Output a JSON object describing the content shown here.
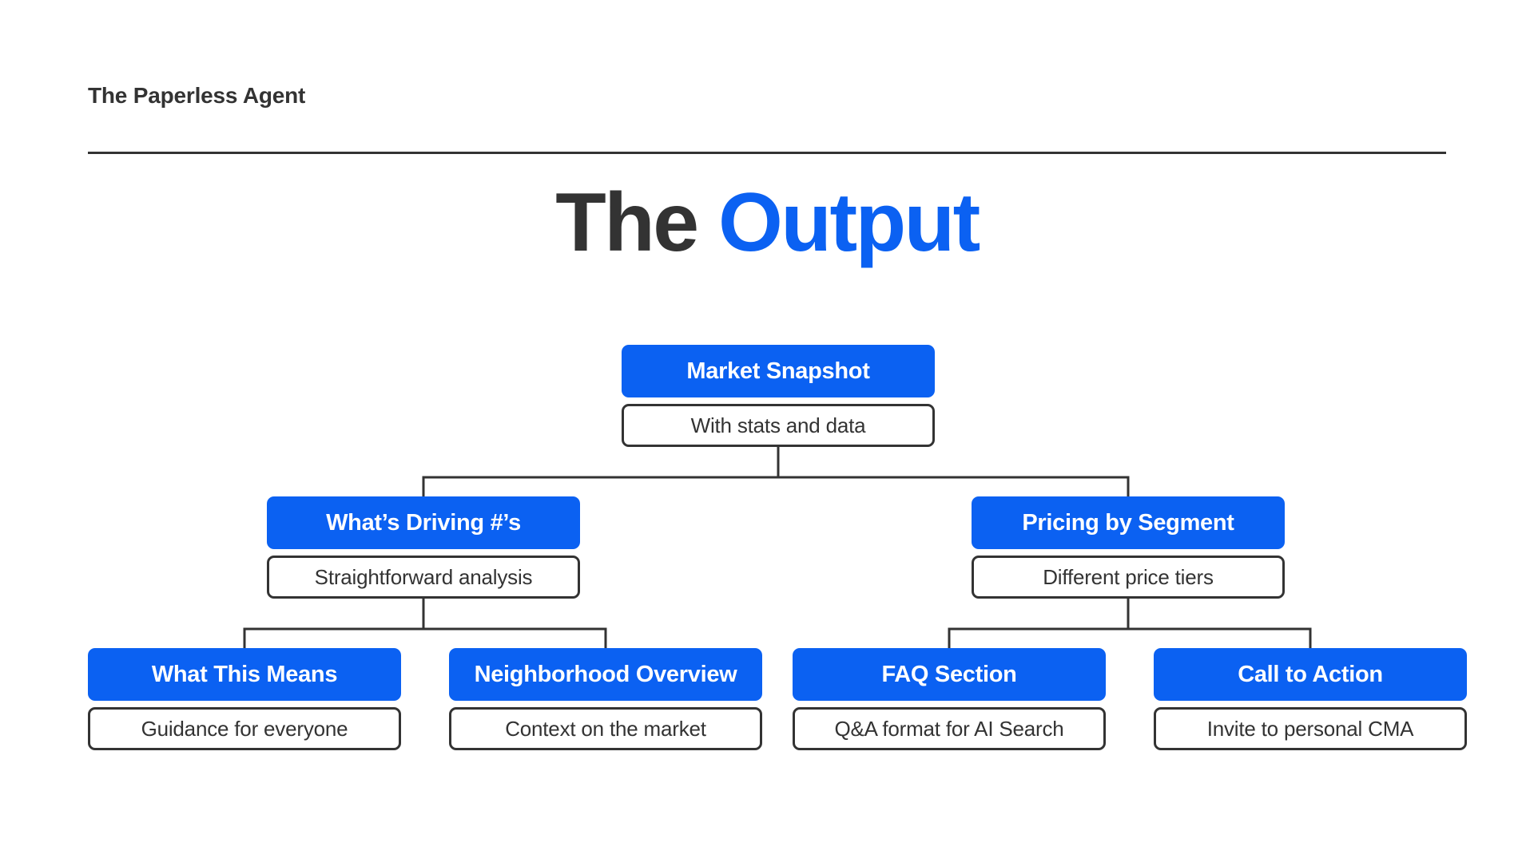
{
  "header": {
    "brand": "The Paperless Agent"
  },
  "title": {
    "part1": "The ",
    "part2": "Output",
    "accent_color": "#0B61F2",
    "dark_color": "#333333"
  },
  "colors": {
    "node_blue": "#0B61F2",
    "node_text": "#ffffff",
    "caption_border": "#333333",
    "caption_text": "#333333",
    "connector": "#333333",
    "background": "#ffffff"
  },
  "tree": {
    "root": {
      "label": "Market Snapshot",
      "caption": "With stats and data"
    },
    "level2": [
      {
        "label": "What’s Driving #’s",
        "caption": "Straightforward analysis"
      },
      {
        "label": "Pricing by Segment",
        "caption": "Different price tiers"
      }
    ],
    "level3": [
      {
        "label": "What This Means",
        "caption": "Guidance for everyone"
      },
      {
        "label": "Neighborhood Overview",
        "caption": "Context on the market"
      },
      {
        "label": "FAQ Section",
        "caption": "Q&A format for AI Search"
      },
      {
        "label": "Call to Action",
        "caption": "Invite to personal CMA"
      }
    ]
  }
}
